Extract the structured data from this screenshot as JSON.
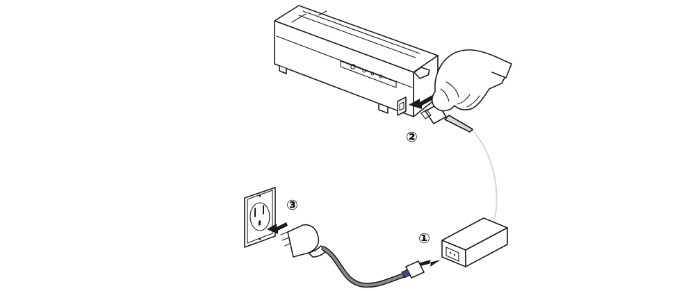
{
  "steps": [
    {
      "label": "①",
      "part": "power-adapter"
    },
    {
      "label": "②",
      "part": "printer-power-port"
    },
    {
      "label": "③",
      "part": "wall-outlet"
    }
  ],
  "colors": {
    "line": "#1a1a1a",
    "background": "#ffffff",
    "cable": "#d9d9d9",
    "cable_dark": "#555555",
    "connector_accent": "#3b4a8a"
  }
}
